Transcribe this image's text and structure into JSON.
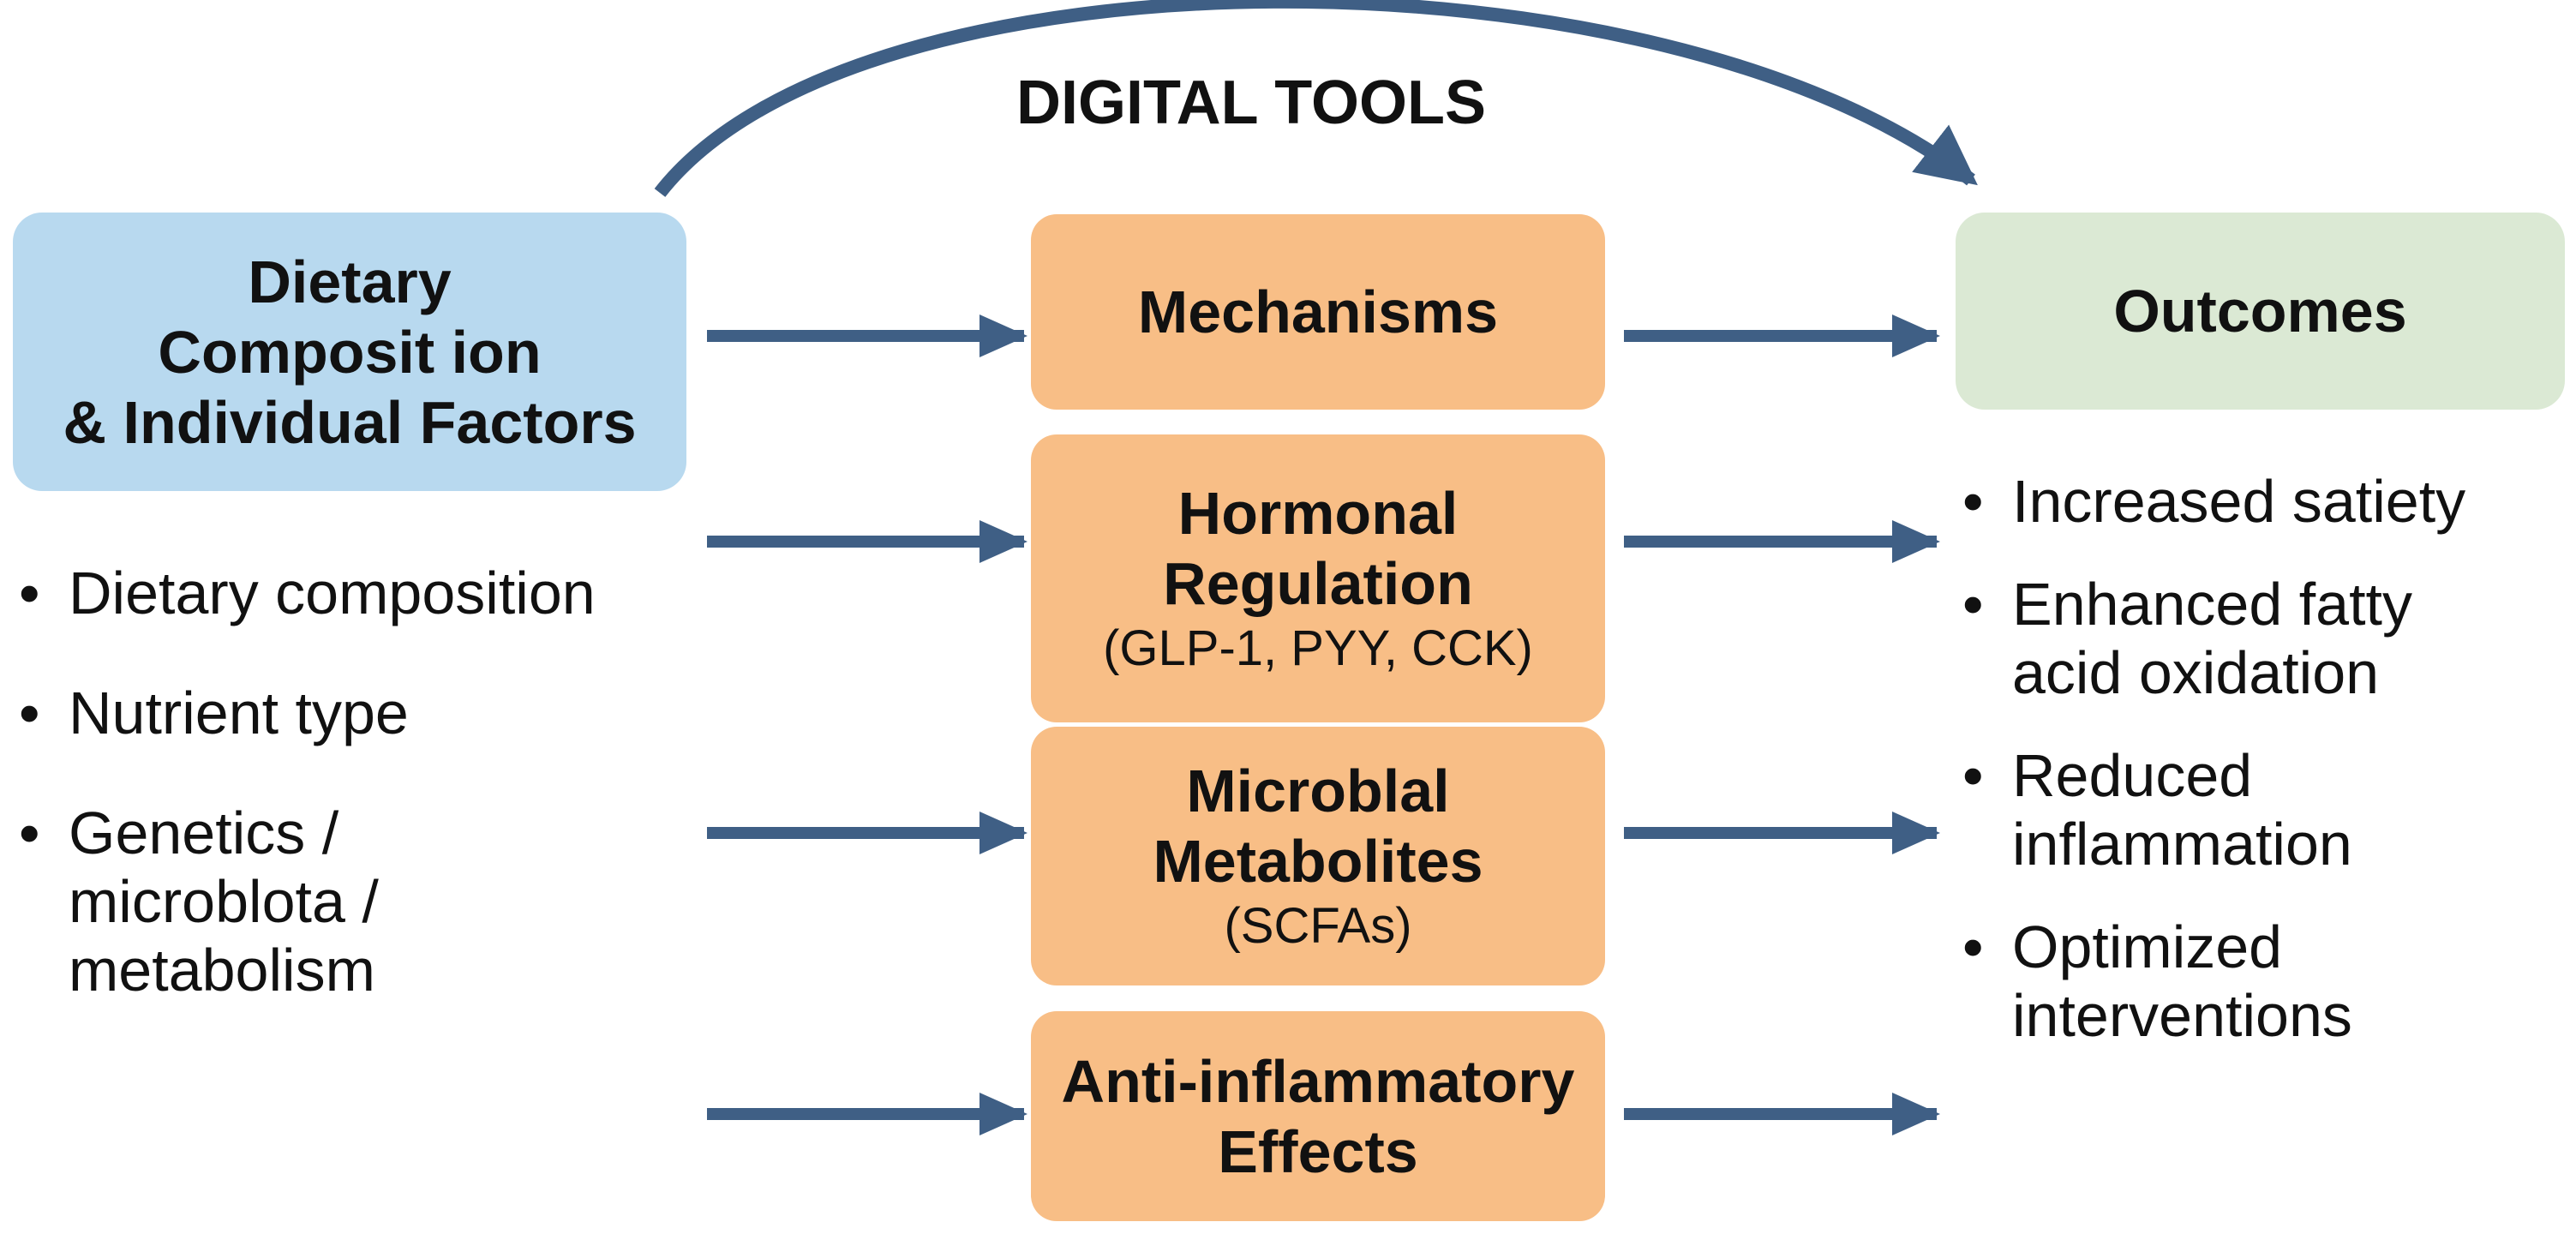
{
  "top_label": "DIGITAL TOOLS",
  "input_box": {
    "lines": [
      "Dietary",
      "Composit ion",
      "& Individual Factors"
    ]
  },
  "input_list": [
    "Dietary composition",
    "Nutrient type",
    "Genetics /",
    "microblota /",
    "metabolism"
  ],
  "mechanisms": [
    {
      "title_lines": [
        "Mechanisms"
      ],
      "sub": ""
    },
    {
      "title_lines": [
        "Hormonal",
        "Regulation"
      ],
      "sub": "(GLP-1, PYY, CCK)"
    },
    {
      "title_lines": [
        "Microblal",
        "Metabolites"
      ],
      "sub": "(SCFAs)"
    },
    {
      "title_lines": [
        "Anti-inflammatory",
        "Effects"
      ],
      "sub": ""
    }
  ],
  "output_box": {
    "title": "Outcomes"
  },
  "outcomes": [
    {
      "lines": [
        "Increased satiety"
      ]
    },
    {
      "lines": [
        "Enhanced fatty",
        "acid oxidation"
      ]
    },
    {
      "lines": [
        "Reduced",
        "inflammation"
      ]
    },
    {
      "lines": [
        "Optimized",
        "interventions"
      ]
    }
  ],
  "colors": {
    "arrow": "#3f5f85",
    "input_box": "#b8d9ef",
    "mechanism_box": "#f8be86",
    "output_box": "#dbe9d4"
  }
}
